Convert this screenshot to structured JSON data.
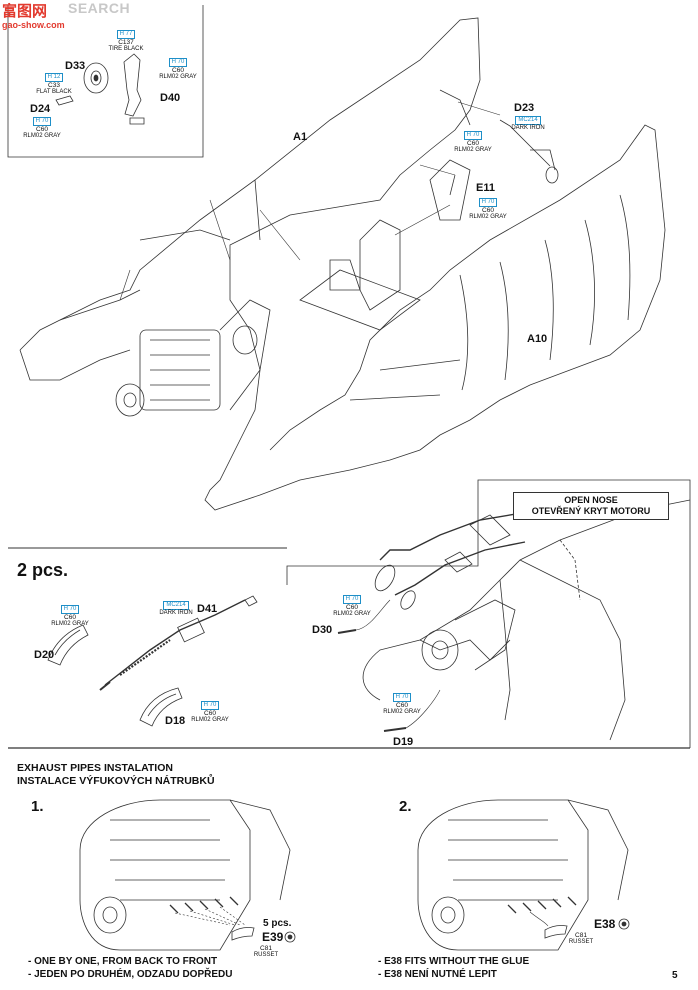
{
  "watermark": {
    "logo": "富图网",
    "site_text": "SEARCH",
    "url": "gao-show.com"
  },
  "colors": {
    "accent_blue": "#1e8fc8",
    "line": "#333333"
  },
  "inset_top": {
    "parts": {
      "d33": "D33",
      "d24": "D24",
      "d40": "D40"
    },
    "paint_tire": {
      "code": "H 77",
      "num": "C137",
      "name": "TIRE BLACK"
    },
    "paint_flat": {
      "code": "H 12",
      "num": "C33",
      "name": "FLAT BLACK"
    },
    "paint_rlm_a": {
      "code": "H 70",
      "num": "C60",
      "name": "RLM02 GRAY"
    },
    "paint_rlm_b": {
      "code": "H 70",
      "num": "C60",
      "name": "RLM02 GRAY"
    }
  },
  "main": {
    "parts": {
      "a1": "A1",
      "d23": "D23",
      "e11": "E11",
      "a10": "A10"
    },
    "paint_iron": {
      "code": "MC214",
      "num": "",
      "name": "DARK IRON"
    },
    "paint_d23": {
      "code": "H 70",
      "num": "C60",
      "name": "RLM02 GRAY"
    },
    "paint_e11": {
      "code": "H 70",
      "num": "C60",
      "name": "RLM02 GRAY"
    }
  },
  "gun_section": {
    "qty": "2 pcs.",
    "parts": {
      "d41": "D41",
      "d20": "D20",
      "d18": "D18"
    },
    "paint_d41": {
      "code": "MC214",
      "num": "",
      "name": "DARK IRON"
    },
    "paint_d20": {
      "code": "H 70",
      "num": "C60",
      "name": "RLM02 GRAY"
    },
    "paint_d18": {
      "code": "H 70",
      "num": "C60",
      "name": "RLM02 GRAY"
    }
  },
  "nose_section": {
    "label_en": "OPEN NOSE",
    "label_cz": "OTEVŘENÝ KRYT MOTORU",
    "parts": {
      "d30": "D30",
      "d19": "D19"
    },
    "paint_d30": {
      "code": "H 70",
      "num": "C60",
      "name": "RLM02 GRAY"
    },
    "paint_d19": {
      "code": "H 70",
      "num": "C60",
      "name": "RLM02 GRAY"
    }
  },
  "exhaust": {
    "title_en": "EXHAUST PIPES INSTALATION",
    "title_cz": "INSTALACE VÝFUKOVÝCH NÁTRUBKŮ",
    "step1": {
      "num": "1.",
      "qty": "5 pcs.",
      "part": "E39",
      "paint": {
        "code": "",
        "num": "C81",
        "name": "RUSSET"
      },
      "note_en": "- ONE BY ONE, FROM BACK TO FRONT",
      "note_cz": "- JEDEN PO DRUHÉM, ODZADU DOPŘEDU"
    },
    "step2": {
      "num": "2.",
      "part": "E38",
      "paint": {
        "code": "",
        "num": "C81",
        "name": "RUSSET"
      },
      "note_en": "- E38 FITS WITHOUT THE GLUE",
      "note_cz": "- E38 NENÍ NUTNÉ LEPIT"
    }
  },
  "page_number": "5"
}
